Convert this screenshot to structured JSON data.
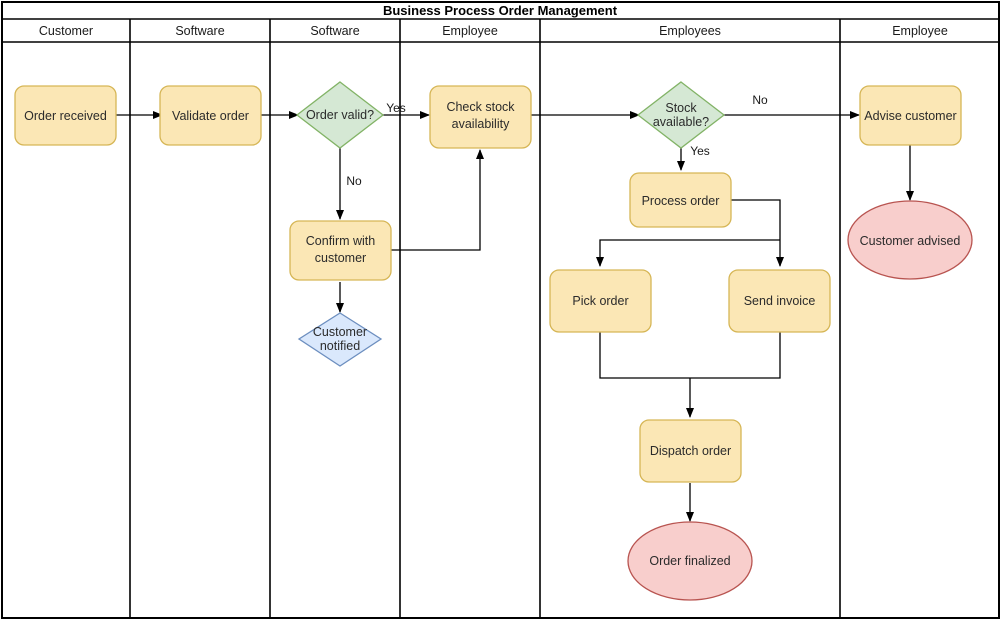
{
  "pool": {
    "title": "Business Process Order Management",
    "lanes": [
      {
        "label": "Customer"
      },
      {
        "label": "Software"
      },
      {
        "label": "Software"
      },
      {
        "label": "Employee"
      },
      {
        "label": "Employees"
      },
      {
        "label": "Employee"
      }
    ]
  },
  "colors": {
    "task_fill": "#fbe7b5",
    "task_stroke": "#d6b656",
    "decision_fill": "#d5e8d4",
    "decision_stroke": "#82b366",
    "event_fill": "#f8cecc",
    "event_stroke": "#b85450",
    "data_fill": "#dae8fc",
    "data_stroke": "#6c8ebf",
    "line": "#000000",
    "frame": "#000000",
    "text": "#2b2b2b"
  },
  "nodes": [
    {
      "id": "order-received",
      "label": "Order received",
      "shape": "task",
      "lane": "Customer"
    },
    {
      "id": "validate-order",
      "label": "Validate order",
      "shape": "task",
      "lane": "Software"
    },
    {
      "id": "order-valid",
      "label": "Order valid?",
      "shape": "decision",
      "lane": "Software"
    },
    {
      "id": "confirm-customer",
      "label": "Confirm with",
      "label2": "customer",
      "shape": "task",
      "lane": "Software"
    },
    {
      "id": "customer-notified",
      "label": "Customer",
      "label2": "notified",
      "shape": "data",
      "lane": "Software"
    },
    {
      "id": "check-stock",
      "label": "Check stock",
      "label2": "availability",
      "shape": "task",
      "lane": "Employee"
    },
    {
      "id": "stock-available",
      "label": "Stock",
      "label2": "available?",
      "shape": "decision",
      "lane": "Employees"
    },
    {
      "id": "process-order",
      "label": "Process order",
      "shape": "task",
      "lane": "Employees"
    },
    {
      "id": "pick-order",
      "label": "Pick order",
      "shape": "task",
      "lane": "Employees"
    },
    {
      "id": "send-invoice",
      "label": "Send invoice",
      "shape": "task",
      "lane": "Employees"
    },
    {
      "id": "dispatch-order",
      "label": "Dispatch order",
      "shape": "task",
      "lane": "Employees"
    },
    {
      "id": "order-finalized",
      "label": "Order finalized",
      "shape": "event",
      "lane": "Employees"
    },
    {
      "id": "advise-customer",
      "label": "Advise customer",
      "shape": "task",
      "lane": "Employee2"
    },
    {
      "id": "customer-advised",
      "label": "Customer advised",
      "shape": "event",
      "lane": "Employee2"
    }
  ],
  "edge_labels": {
    "order_valid_yes": "Yes",
    "order_valid_no": "No",
    "stock_available_yes": "Yes",
    "stock_available_no": "No"
  }
}
